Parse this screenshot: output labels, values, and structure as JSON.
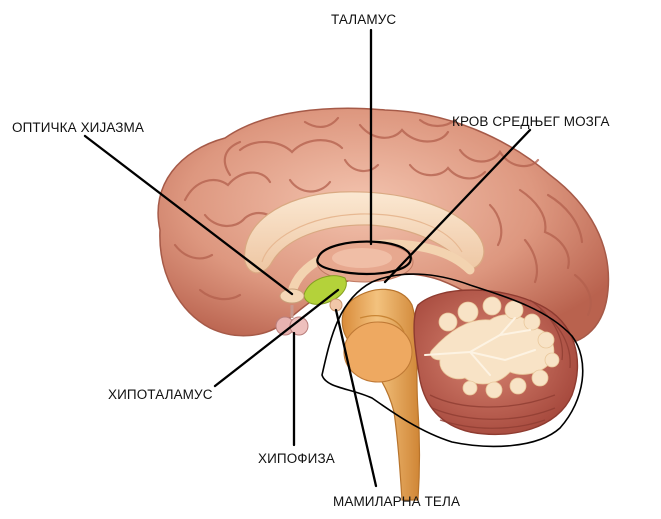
{
  "labels": {
    "thalamus": "ТАЛАМУС",
    "optic_chiasm": "ОПТИЧКА ХИЈАЗМА",
    "tectum": "КРОВ СРЕДЊЕГ МОЗГА",
    "hypothalamus": "ХИПОТАЛАМУС",
    "hypophysis": "ХИПОФИЗА",
    "mammillary_bodies": "МАМИЛАРНА ТЕЛА"
  },
  "colors": {
    "cortex": "#d98f7a",
    "cortex_dark": "#b8624f",
    "cortex_light": "#f0b8a2",
    "corpus_callosum": "#f6dcbf",
    "stem": "#e6a24e",
    "cerebellum": "#c26a5c",
    "arbor_vitae": "#f8e3c6",
    "hypothalamus_green": "#b4d23a",
    "pituitary": "#e8b3b0",
    "leader_line": "#000000"
  }
}
